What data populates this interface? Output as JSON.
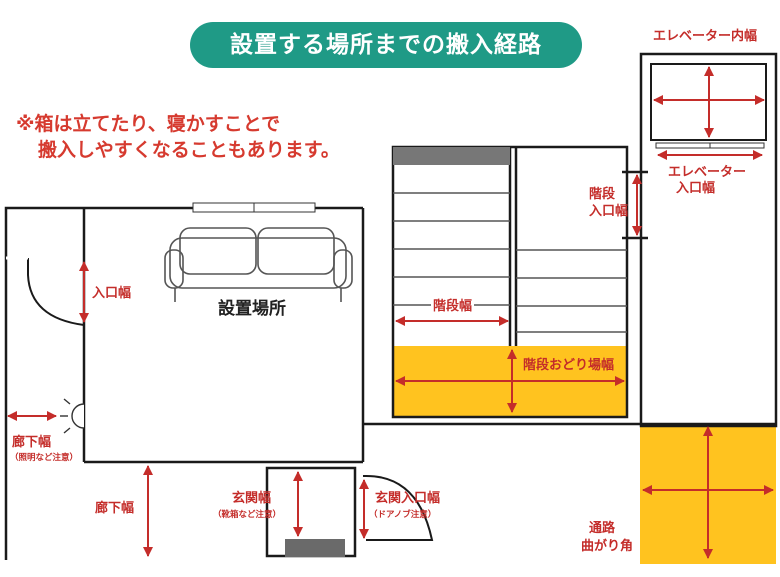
{
  "title": "設置する場所までの搬入経路",
  "note": {
    "line1": "※箱は立てたり、寝かすことで",
    "line2": "搬入しやすくなることもあります。"
  },
  "labels": {
    "elevator_interior": "エレベーター内幅",
    "elevator_entrance_1": "エレベーター",
    "elevator_entrance_2": "入口幅",
    "stair_entrance_1": "階段",
    "stair_entrance_2": "入口幅",
    "stair_width": "階段幅",
    "landing_width": "階段おどり場幅",
    "room_entrance": "入口幅",
    "install_place": "設置場所",
    "hallway_width_1": "廊下幅",
    "hallway_width_1_sub": "（照明など注意）",
    "hallway_width_2": "廊下幅",
    "genkan_width": "玄関幅",
    "genkan_width_sub": "（靴箱など注意）",
    "genkan_entrance": "玄関入口幅",
    "genkan_entrance_sub": "（ドアノブ注意）",
    "corner_1": "通路",
    "corner_2": "曲がり角"
  },
  "colors": {
    "title_bg": "#1f9a86",
    "accent_red": "#c42d2a",
    "highlight_yellow": "#ffc31f",
    "wall": "#1a1a1a"
  },
  "icons": [
    "sofa-icon",
    "light-icon",
    "shoe-cabinet-icon"
  ]
}
